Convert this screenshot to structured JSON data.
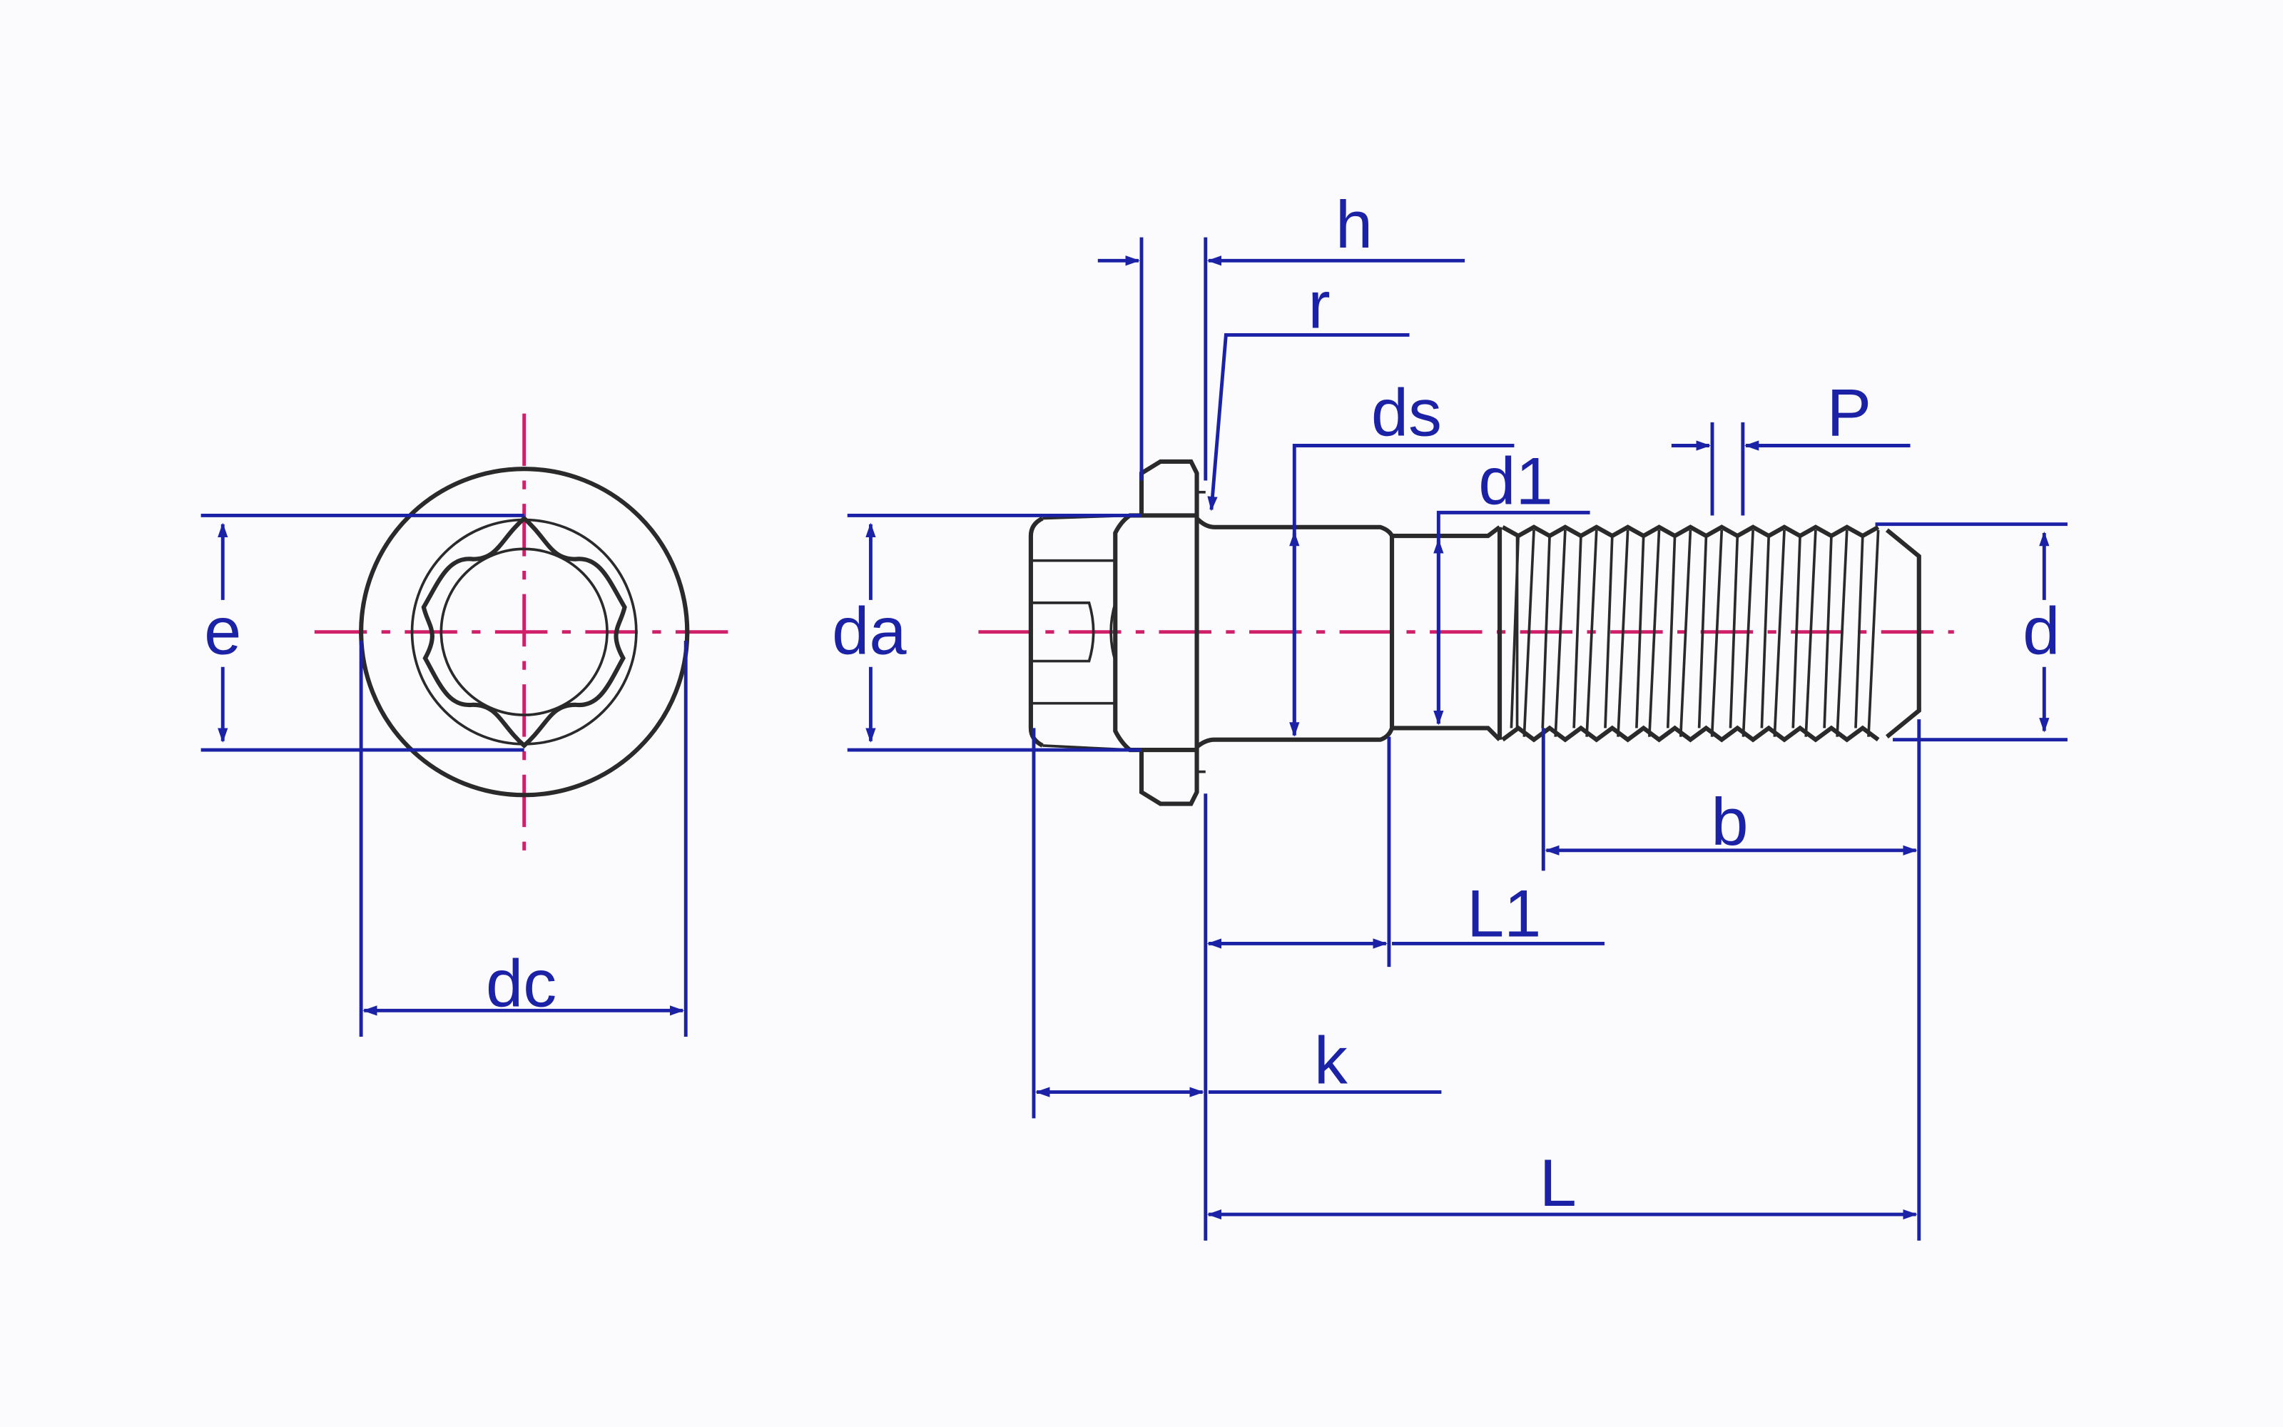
{
  "labels": {
    "e": "e",
    "dc": "dc",
    "da": "da",
    "h": "h",
    "r": "r",
    "ds": "ds",
    "d1": "d1",
    "p": "P",
    "d": "d",
    "b": "b",
    "l1": "L1",
    "k": "k",
    "l": "L"
  },
  "colors": {
    "dimension": "#1c22a6",
    "centerline": "#d0206a",
    "outline": "#2a2a2a",
    "background": "#fbfbfd"
  }
}
